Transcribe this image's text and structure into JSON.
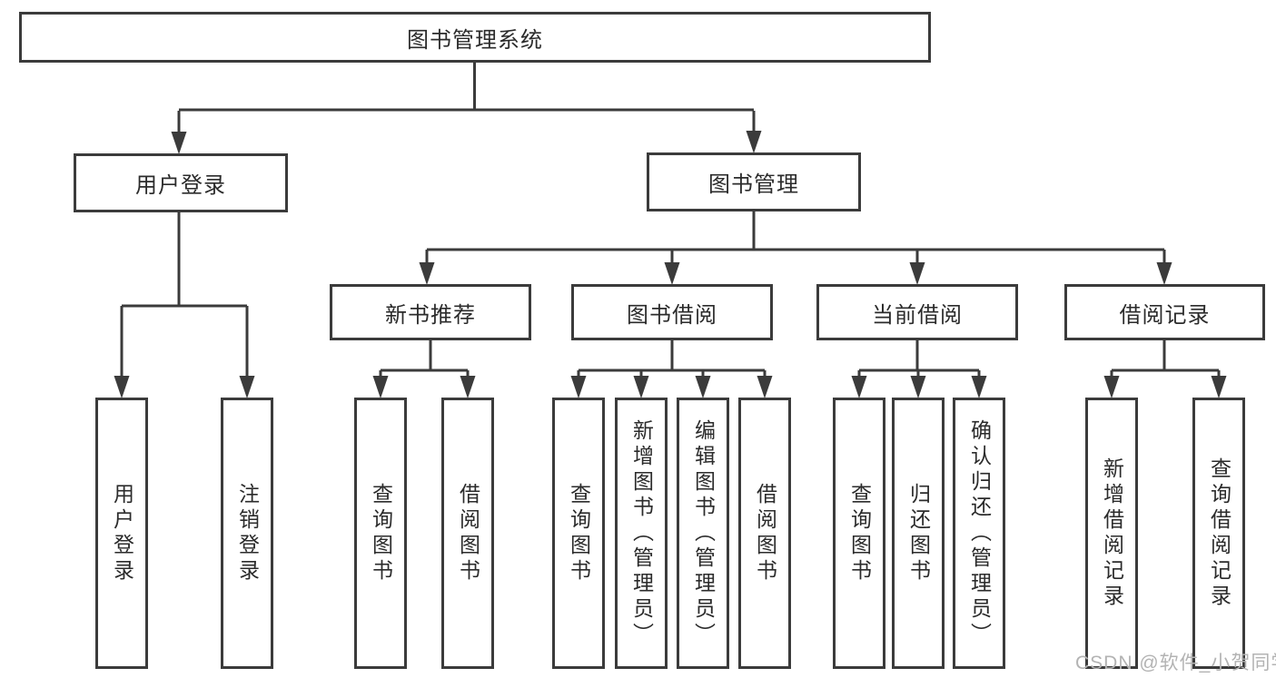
{
  "diagram": {
    "root": {
      "label": "图书管理系统"
    },
    "branches": [
      {
        "label": "用户登录",
        "children": [
          {
            "label": "用户登录"
          },
          {
            "label": "注销登录"
          }
        ]
      },
      {
        "label": "图书管理",
        "children": [
          {
            "label": "新书推荐",
            "children": [
              {
                "label": "查询图书"
              },
              {
                "label": "借阅图书"
              }
            ]
          },
          {
            "label": "图书借阅",
            "children": [
              {
                "label": "查询图书"
              },
              {
                "label": "新增图书（管理员）"
              },
              {
                "label": "编辑图书（管理员）"
              },
              {
                "label": "借阅图书"
              }
            ]
          },
          {
            "label": "当前借阅",
            "children": [
              {
                "label": "查询图书"
              },
              {
                "label": "归还图书"
              },
              {
                "label": "确认归还（管理员）"
              }
            ]
          },
          {
            "label": "借阅记录",
            "children": [
              {
                "label": "新增借阅记录"
              },
              {
                "label": "查询借阅记录"
              }
            ]
          }
        ]
      }
    ]
  },
  "watermark": {
    "text": "CSDN @软件_小贺同学"
  },
  "colors": {
    "line": "#3b3b3b",
    "box_border": "#3b3b3b",
    "text": "#2b2b2b",
    "watermark": "#b3b3b3",
    "background": "#ffffff"
  }
}
